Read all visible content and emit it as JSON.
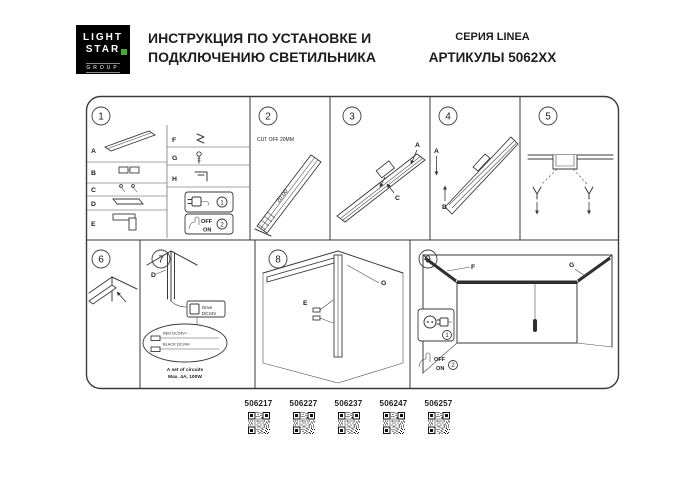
{
  "logo": {
    "line1": "LIGHT",
    "line2": "STAR",
    "line3": "GROUP"
  },
  "header": {
    "title1": "ИНСТРУКЦИЯ ПО УСТАНОВКЕ И",
    "title2": "ПОДКЛЮЧЕНИЮ СВЕТИЛЬНИКА",
    "series": "СЕРИЯ LINEA",
    "articles_label": "АРТИКУЛЫ 5062XX"
  },
  "panel1": {
    "number": "1",
    "rows": [
      "A",
      "B",
      "C",
      "D",
      "E"
    ],
    "cols": [
      "F",
      "G",
      "H"
    ],
    "step1": "1",
    "step2": "2",
    "off": "OFF",
    "on": "ON"
  },
  "panel2": {
    "number": "2",
    "cut_off": "CUT OFF 20MM",
    "dimension": "20.00"
  },
  "panel3": {
    "number": "3",
    "label_a": "A",
    "label_c": "C"
  },
  "panel4": {
    "number": "4",
    "label_a": "A",
    "label_b": "B"
  },
  "panel5": {
    "number": "5"
  },
  "panel6": {
    "number": "6"
  },
  "panel7": {
    "number": "7",
    "label_d": "D",
    "drive_line1": "Drive",
    "drive_line2": "DC24V",
    "wire_red": "RED DC24V+",
    "wire_black": "BLACK DC24V-",
    "note1": "A set of circuits",
    "note2": "Max. 4A, 100W"
  },
  "panel8": {
    "number": "8",
    "label_e": "E",
    "label_g": "G"
  },
  "panel9": {
    "number": "9",
    "label_f": "F",
    "label_g": "G",
    "step1": "1",
    "step2": "2",
    "off": "OFF",
    "on": "ON"
  },
  "articles": {
    "codes": [
      "506217",
      "506227",
      "506237",
      "506247",
      "506257"
    ]
  },
  "colors": {
    "accent_green": "#3fae2a",
    "line": "#3a3a3a",
    "text": "#1d1d1d"
  }
}
